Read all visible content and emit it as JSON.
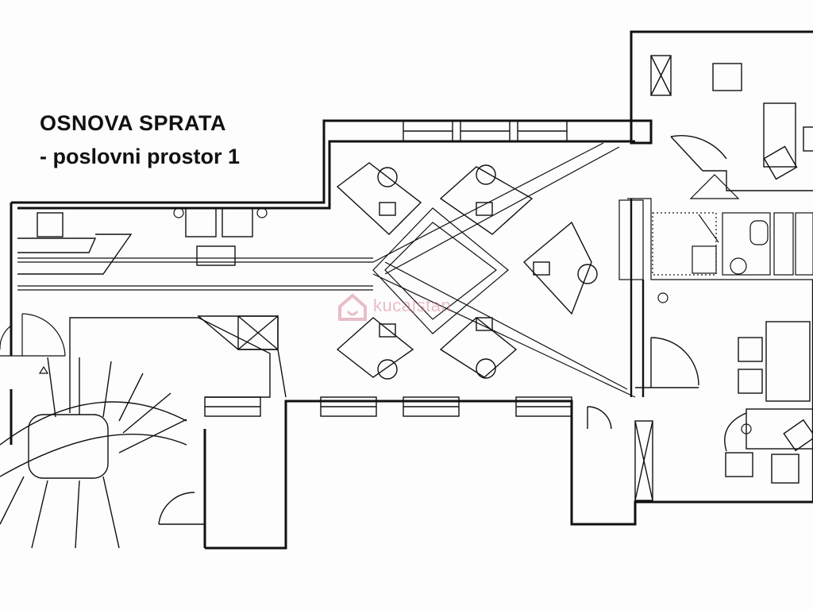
{
  "title": {
    "line1": "OSNOVA SPRATA",
    "line2": "- poslovni prostor 1"
  },
  "watermark": {
    "text": "kuca|stan",
    "color": "#d98a9a"
  },
  "colors": {
    "ink": "#111111",
    "background": "#fdfdfd"
  }
}
